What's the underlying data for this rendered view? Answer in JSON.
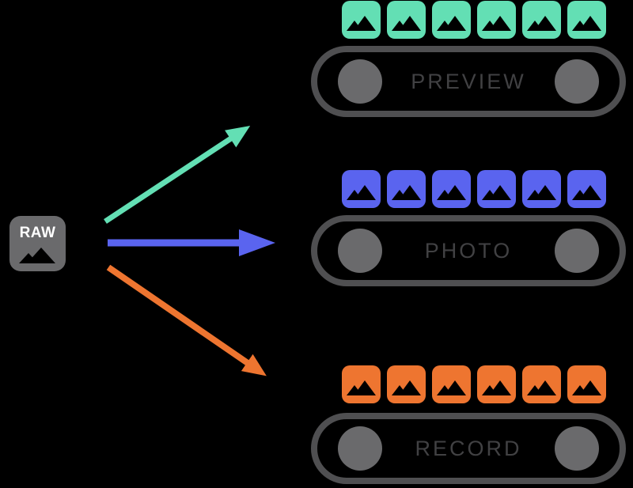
{
  "canvas": {
    "background": "#000000"
  },
  "source": {
    "label": "RAW",
    "box_color": "#6A6A6C",
    "text_color": "#FFFFFF"
  },
  "arrows": [
    {
      "target": "preview",
      "color": "#63DFB4"
    },
    {
      "target": "photo",
      "color": "#5A64EF"
    },
    {
      "target": "record",
      "color": "#EE7530"
    }
  ],
  "pipelines": [
    {
      "id": "preview",
      "label": "PREVIEW",
      "accent": "#63DFB4",
      "frame_count": 6
    },
    {
      "id": "photo",
      "label": "PHOTO",
      "accent": "#5A64EF",
      "frame_count": 6
    },
    {
      "id": "record",
      "label": "RECORD",
      "accent": "#EE7530",
      "frame_count": 6
    }
  ],
  "pill": {
    "border_color": "#4F4F51",
    "circle_color": "#6A6A6C",
    "label_color": "#414143"
  }
}
